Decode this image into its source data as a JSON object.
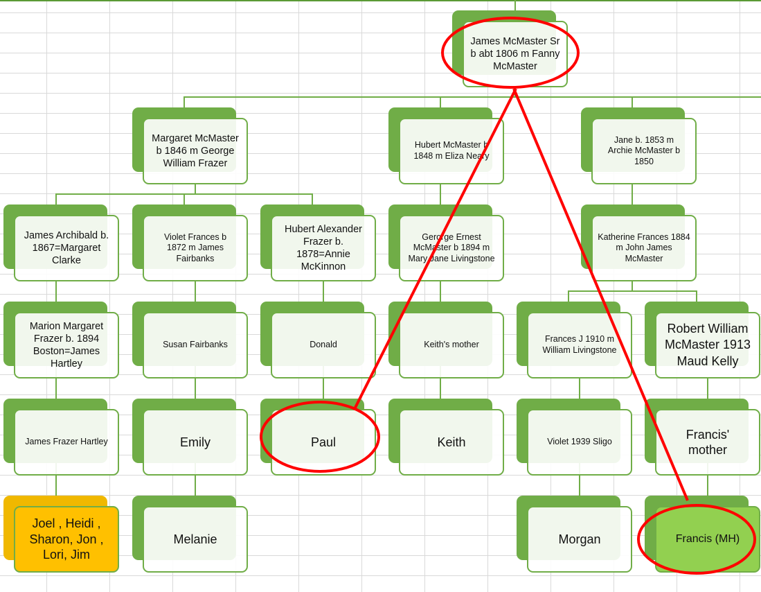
{
  "nodes": [
    {
      "text": "James McMaster Sr b abt 1806 m Fanny McMaster"
    },
    {
      "text": "Margaret McMaster b 1846 m George William Frazer"
    },
    {
      "text": "Hubert McMaster b 1848 m Eliza Neary"
    },
    {
      "text": "Jane b. 1853 m Archie McMaster b 1850"
    },
    {
      "text": "James Archibald b. 1867=Margaret Clarke"
    },
    {
      "text": "Violet Frances b 1872 m James Fairbanks"
    },
    {
      "text": "Hubert Alexander Frazer b. 1878=Annie McKinnon"
    },
    {
      "text": "Gerorge Ernest McMaster b 1894 m Mary Jane Livingstone"
    },
    {
      "text": "Katherine Frances 1884 m John James McMaster"
    },
    {
      "text": "Marion Margaret Frazer b. 1894 Boston=James Hartley"
    },
    {
      "text": "Susan Fairbanks"
    },
    {
      "text": "Donald"
    },
    {
      "text": "Keith's mother"
    },
    {
      "text": "Frances J 1910 m William Livingstone"
    },
    {
      "text": "Robert William McMaster 1913 Maud Kelly"
    },
    {
      "text": "James Frazer Hartley"
    },
    {
      "text": "Emily"
    },
    {
      "text": "Paul"
    },
    {
      "text": "Keith"
    },
    {
      "text": "Violet 1939 Sligo"
    },
    {
      "text": "Francis' mother"
    },
    {
      "text": "Joel , Heidi , Sharon, Jon , Lori, Jim"
    },
    {
      "text": "Melanie"
    },
    {
      "text": "Morgan"
    },
    {
      "text": "Francis (MH)"
    }
  ],
  "colors": {
    "node_green": "#70ad47",
    "highlight_orange": "#ffc000",
    "highlight_green": "#92d050",
    "annotation_red": "#ff0000"
  }
}
